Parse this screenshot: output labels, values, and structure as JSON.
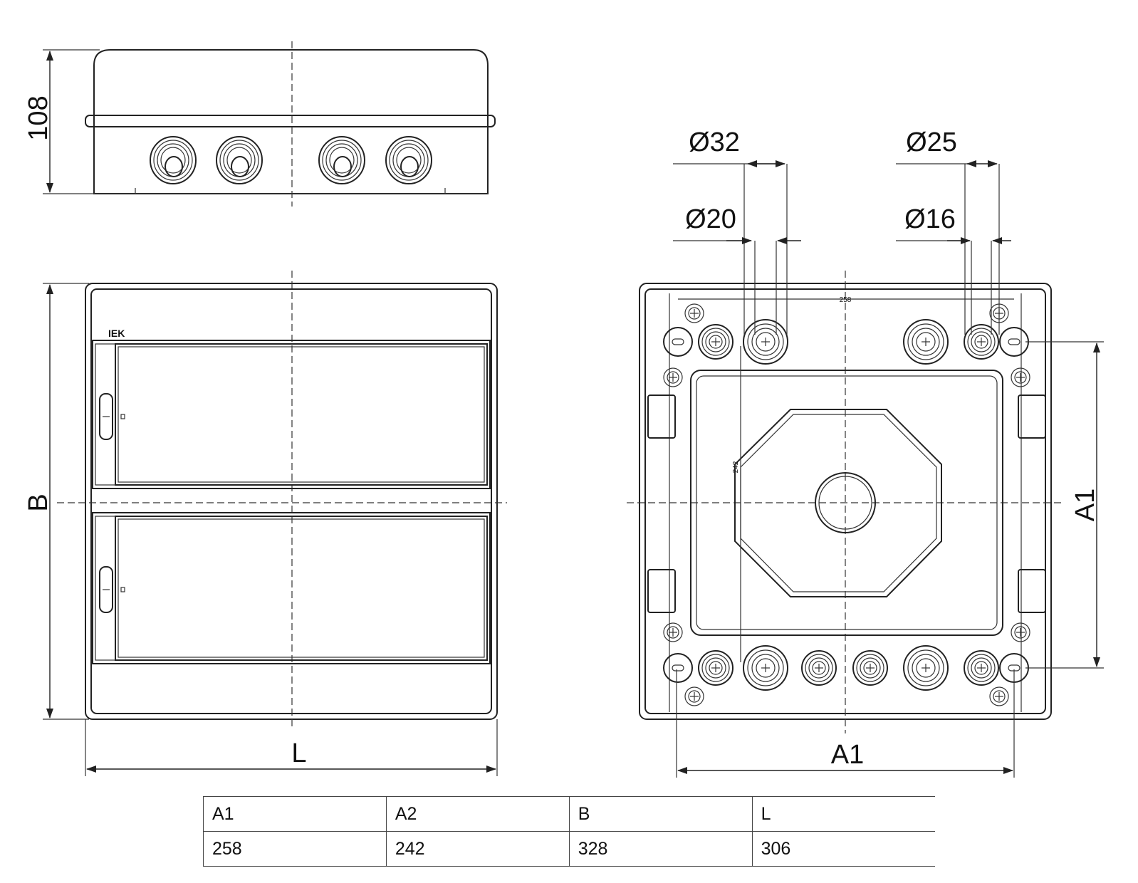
{
  "top_view": {
    "height_label": "108"
  },
  "front_view": {
    "height_label": "B",
    "width_label": "L",
    "logo_text": "IEK"
  },
  "back_view": {
    "d32": "Ø32",
    "d20": "Ø20",
    "d25": "Ø25",
    "d16": "Ø16",
    "side_label": "A1",
    "bottom_label": "A1",
    "inner_width": "258",
    "inner_height": "242"
  },
  "spec_table": {
    "headers": [
      "A1",
      "A2",
      "B",
      "L"
    ],
    "values": [
      "258",
      "242",
      "328",
      "306"
    ]
  }
}
